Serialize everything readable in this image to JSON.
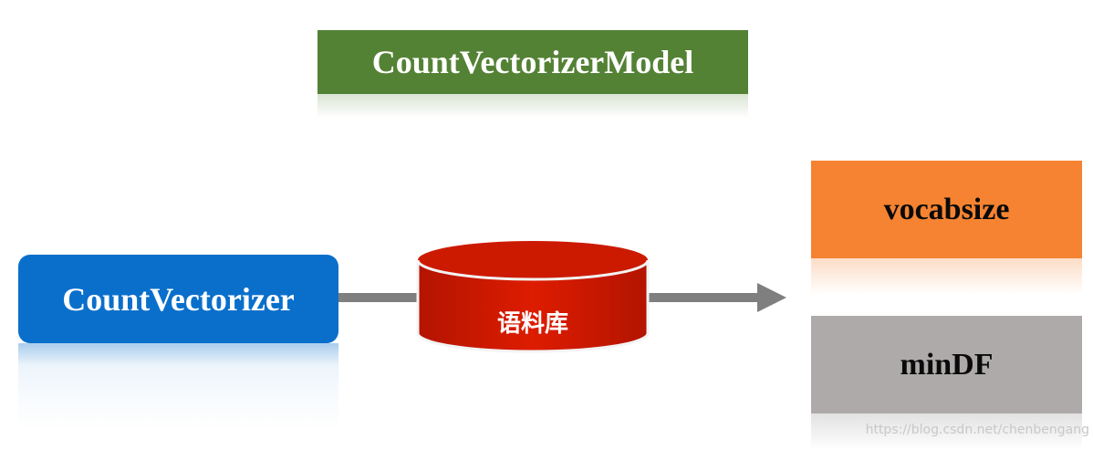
{
  "title": "CountVectorizerModel",
  "source": "CountVectorizer",
  "database": "语料库",
  "params": [
    "vocabsize",
    "minDF"
  ],
  "watermark": "https://blog.csdn.net/chenbengang",
  "colors": {
    "title": "#548235",
    "source": "#0a6fcb",
    "database": "#cc1a00",
    "param_vocab": "#f58331",
    "param_min": "#aeaaaa",
    "arrow": "#7f7f7f"
  }
}
